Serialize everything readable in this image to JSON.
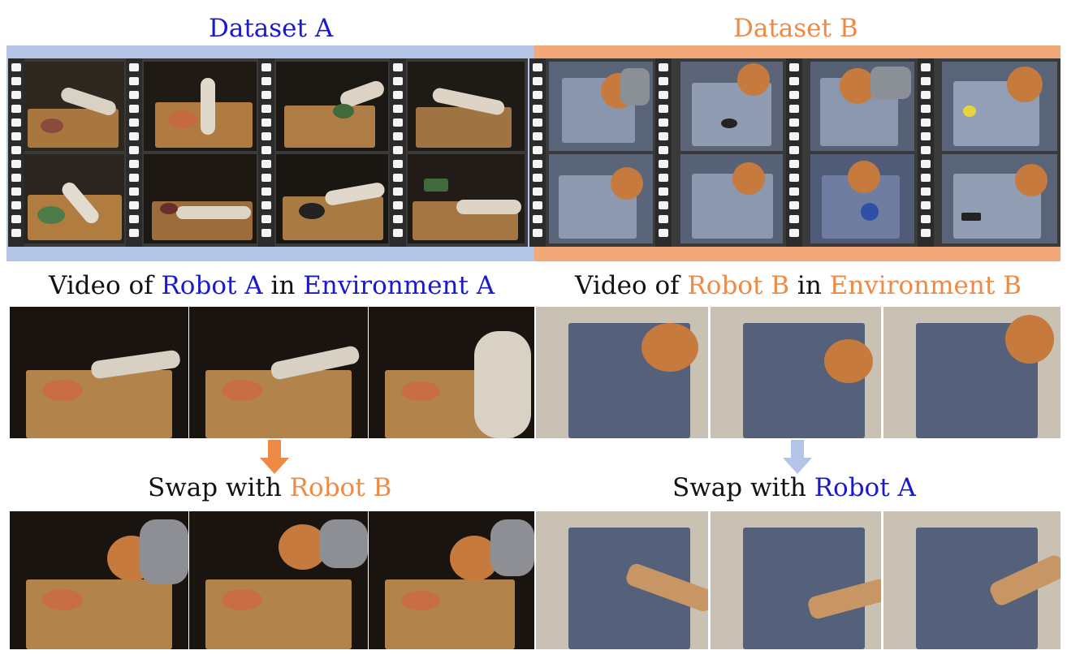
{
  "dataset_a": {
    "title": "Dataset A",
    "color": "#1a1acc",
    "band_color": "#b3c4e6"
  },
  "dataset_b": {
    "title": "Dataset B",
    "color": "#ee8a44",
    "band_color": "#f2a878"
  },
  "caption_a": {
    "prefix": "Video of ",
    "robot": "Robot A",
    "middle": " in ",
    "environment": "Environment A"
  },
  "caption_b": {
    "prefix": "Video of ",
    "robot": "Robot B",
    "middle": " in ",
    "environment": "Environment B"
  },
  "swap_a": {
    "prefix": "Swap with ",
    "robot": "Robot B"
  },
  "swap_b": {
    "prefix": "Swap with ",
    "robot": "Robot A"
  },
  "arrows": {
    "left": {
      "icon": "down-arrow-icon",
      "color": "#ee8a44"
    },
    "right": {
      "icon": "down-arrow-icon",
      "color": "#b3c4e6"
    }
  }
}
